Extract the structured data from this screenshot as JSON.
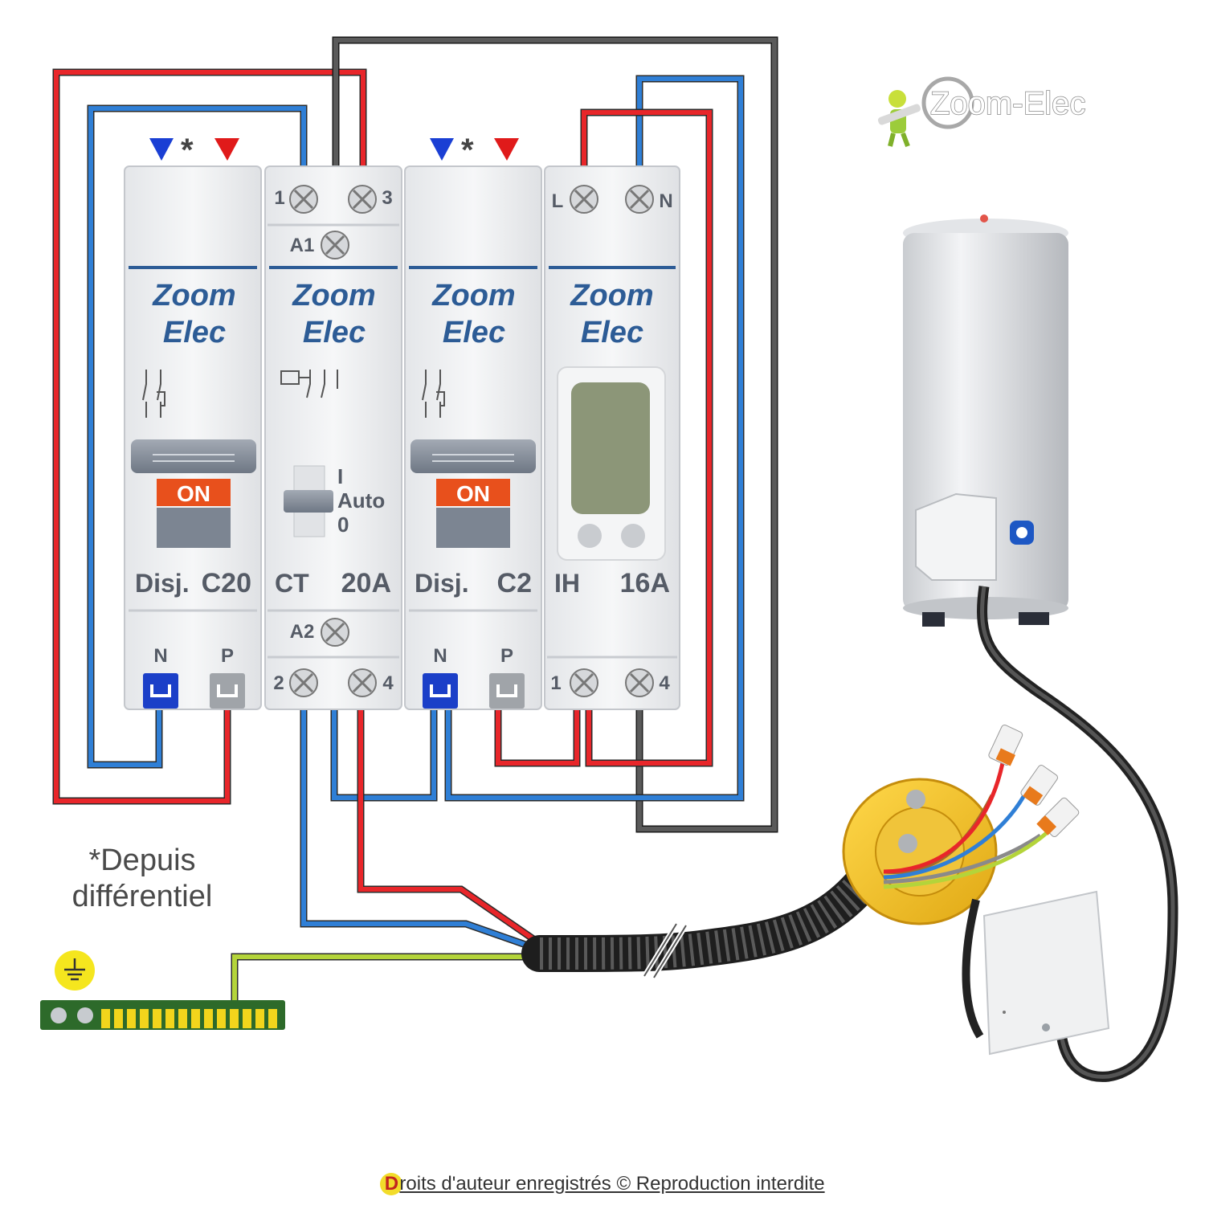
{
  "logo": {
    "text": "Zoom-Elec"
  },
  "modules": [
    {
      "id": "disj_c20",
      "brand_line1": "Zoom",
      "brand_line2": "Elec",
      "prefix": "Disj.",
      "rating": "C20",
      "on_label": "ON",
      "bottom_left": "N",
      "bottom_right": "P"
    },
    {
      "id": "ct_20a",
      "brand_line1": "Zoom",
      "brand_line2": "Elec",
      "prefix": "CT",
      "rating": "20A",
      "top_left": "1",
      "top_right": "3",
      "coil_top": "A1",
      "coil_bottom": "A2",
      "bottom_left": "2",
      "bottom_right": "4",
      "switch_labels": [
        "I",
        "Auto",
        "0"
      ]
    },
    {
      "id": "disj_c2",
      "brand_line1": "Zoom",
      "brand_line2": "Elec",
      "prefix": "Disj.",
      "rating": "C2",
      "on_label": "ON",
      "bottom_left": "N",
      "bottom_right": "P"
    },
    {
      "id": "ih_16a",
      "brand_line1": "Zoom",
      "brand_line2": "Elec",
      "prefix": "IH",
      "rating": "16A",
      "top_left": "L",
      "top_right": "N",
      "bottom_left": "1",
      "bottom_right": "4"
    }
  ],
  "star": "*",
  "note_line1": "*Depuis",
  "note_line2": "différentiel",
  "footer": {
    "first_letter": "D",
    "rest": "roits d'auteur enregistrés © Reproduction interdite"
  },
  "colors": {
    "phase": "#e8262a",
    "neutral": "#2f7fd6",
    "earth": "#b4d43a",
    "control": "#3a3a3a",
    "brand": "#2d5c96",
    "on_button": "#e8501c"
  }
}
